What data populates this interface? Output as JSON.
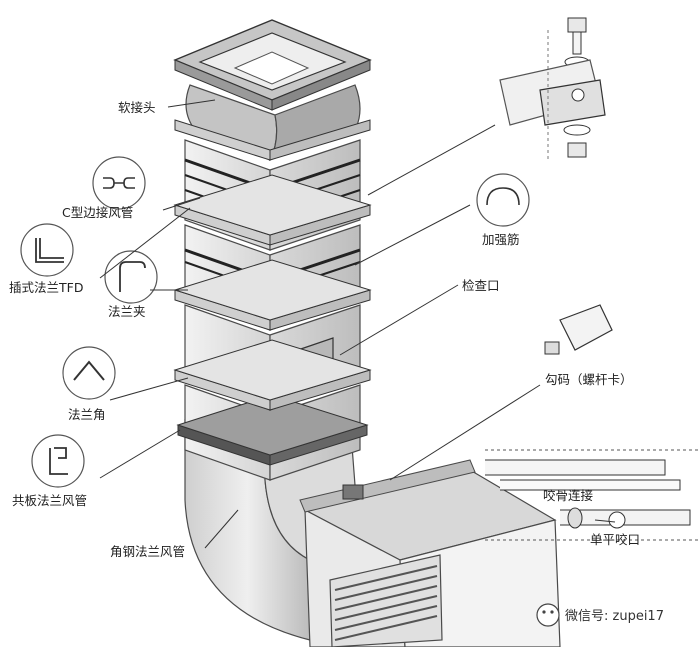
{
  "labels": {
    "soft_joint": "软接头",
    "c_type_duct": "C型边接风管",
    "insert_flange": "插式法兰TFD",
    "flange_clip": "法兰夹",
    "flange_corner": "法兰角",
    "common_plate_duct": "共板法兰风管",
    "angle_steel_duct": "角钢法兰风管",
    "stiffener": "加强筋",
    "inspection_port": "检查口",
    "hook_code": "勾码（螺杆卡）",
    "bite_connection": "咬骨连接",
    "single_flat_seam": "单平咬口"
  },
  "watermark": {
    "text": "微信号: zupei17"
  },
  "colors": {
    "outline": "#4a4a4a",
    "duct_light": "#e6e6e6",
    "duct_mid": "#cfcfcf",
    "duct_dark": "#a9a9a9",
    "band": "#3a3a3a"
  }
}
